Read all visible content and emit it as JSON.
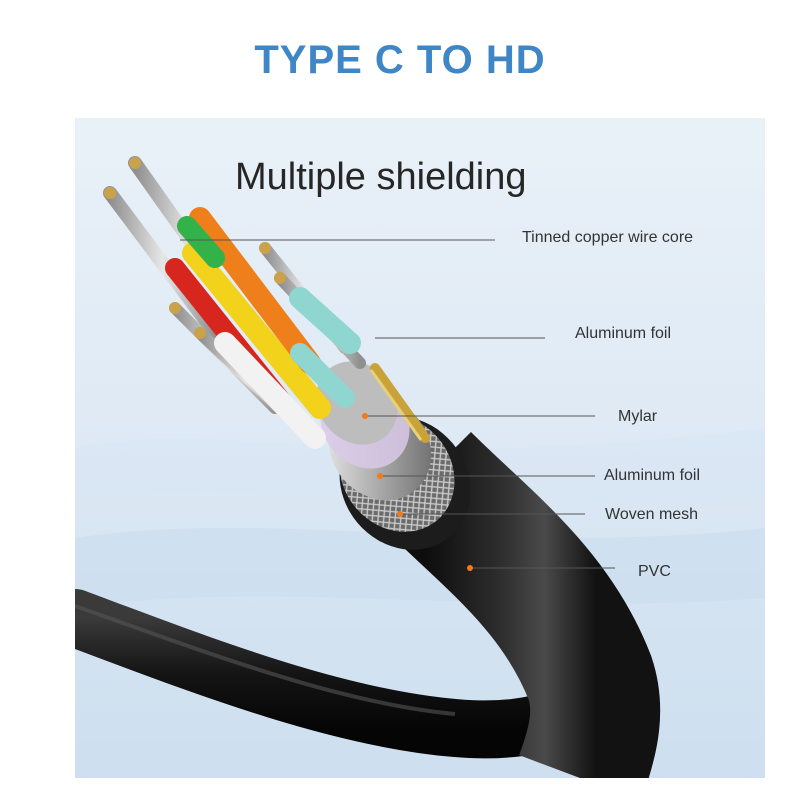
{
  "title": "TYPE C TO HD",
  "headline": "Multiple shielding",
  "callouts": [
    "Tinned copper wire core",
    "Aluminum foil",
    "Mylar",
    "Aluminum foil",
    "Woven mesh",
    "PVC"
  ],
  "colors": {
    "title": "#3f86c6",
    "cable_jacket": "#1e1e1e",
    "marker_dot": "#f07a1c"
  }
}
